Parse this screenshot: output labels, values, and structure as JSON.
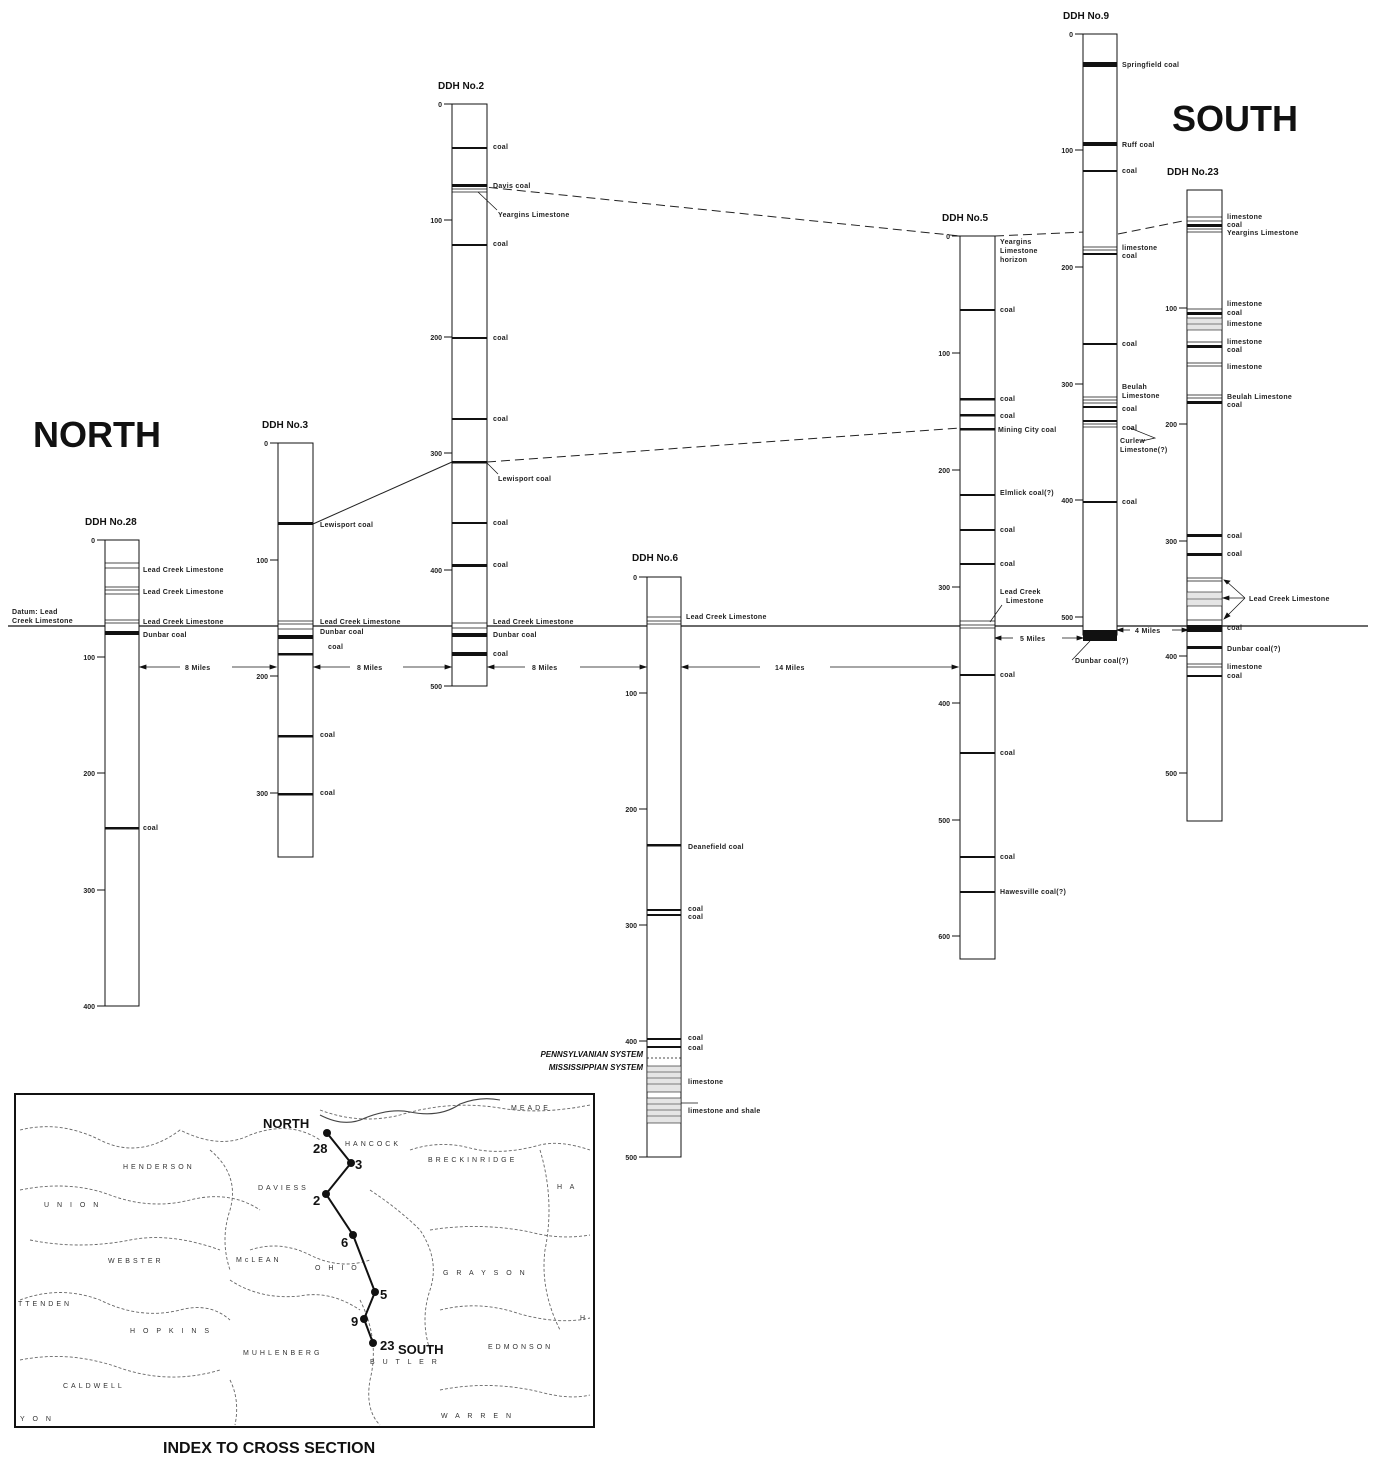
{
  "titles": {
    "north": "NORTH",
    "south": "SOUTH"
  },
  "datum": {
    "line1": "Datum: Lead",
    "line2": "Creek Limestone"
  },
  "distances": [
    "8 Miles",
    "8 Miles",
    "8 Miles",
    "14 Miles",
    "5 Miles",
    "4 Miles"
  ],
  "wells": [
    {
      "title": "DDH No.28",
      "ticks": [
        "0",
        "100",
        "200",
        "300",
        "400"
      ],
      "coal_labels": [
        "coal"
      ],
      "labels": [
        "Lead Creek Limestone",
        "Lead Creek Limestone",
        "Lead Creek Limestone",
        "Dunbar coal"
      ]
    },
    {
      "title": "DDH No.3",
      "ticks": [
        "0",
        "100",
        "200",
        "300"
      ],
      "labels": [
        "Lewisport coal",
        "Lead Creek Limestone",
        "Dunbar coal",
        "coal",
        "coal",
        "coal"
      ]
    },
    {
      "title": "DDH No.2",
      "ticks": [
        "0",
        "100",
        "200",
        "300",
        "400",
        "500"
      ],
      "labels": [
        "coal",
        "Davis coal",
        "Yeargins Limestone",
        "coal",
        "coal",
        "coal",
        "Lewisport coal",
        "coal",
        "coal",
        "Lead Creek Limestone",
        "Dunbar coal",
        "coal"
      ]
    },
    {
      "title": "DDH No.6",
      "ticks": [
        "0",
        "100",
        "200",
        "300",
        "400",
        "500"
      ],
      "labels": [
        "Lead Creek Limestone",
        "Deanefield coal",
        "coal",
        "coal",
        "coal",
        "coal",
        "limestone",
        "limestone and shale"
      ],
      "systems": [
        "PENNSYLVANIAN SYSTEM",
        "MISSISSIPPIAN SYSTEM"
      ]
    },
    {
      "title": "DDH No.5",
      "ticks": [
        "0",
        "100",
        "200",
        "300",
        "400",
        "500",
        "600"
      ],
      "labels": [
        "Yeargins",
        "Limestone",
        "horizon",
        "coal",
        "coal",
        "coal",
        "Mining City coal",
        "Elmlick coal(?)",
        "coal",
        "coal",
        "Lead Creek",
        "Limestone",
        "coal",
        "coal",
        "coal",
        "Hawesville coal(?)"
      ]
    },
    {
      "title": "DDH No.9",
      "ticks": [
        "0",
        "100",
        "200",
        "300",
        "400",
        "500"
      ],
      "labels": [
        "Springfield coal",
        "Ruff coal",
        "coal",
        "limestone",
        "coal",
        "coal",
        "Beulah",
        "Limestone",
        "coal",
        "coal",
        "Curlew",
        "Limestone(?)",
        "coal",
        "Dunbar coal(?)"
      ]
    },
    {
      "title": "DDH No.23",
      "ticks": [
        "100",
        "200",
        "300",
        "400",
        "500"
      ],
      "labels": [
        "limestone",
        "coal",
        "Yeargins Limestone",
        "limestone",
        "coal",
        "limestone",
        "limestone",
        "coal",
        "limestone",
        "Beulah Limestone",
        "coal",
        "coal",
        "coal",
        "Lead Creek Limestone",
        "coal",
        "Dunbar coal(?)",
        "limestone",
        "coal"
      ]
    }
  ],
  "index_map": {
    "caption": "INDEX TO CROSS SECTION",
    "north": "NORTH",
    "south": "SOUTH",
    "points": [
      "28",
      "3",
      "2",
      "6",
      "5",
      "9",
      "23"
    ],
    "counties": [
      "MEADE",
      "HANCOCK",
      "BRECKINRIDGE",
      "HENDERSON",
      "DAVIESS",
      "H A",
      "U N I O N",
      "WEBSTER",
      "McLEAN",
      "O H I O",
      "G R A Y S O N",
      "TTENDEN",
      "H O P K I N S",
      "MUHLENBERG",
      "EDMONSON",
      "B U T L E R",
      "CALDWELL",
      "Y O N",
      "W A R R E N",
      "H"
    ]
  }
}
